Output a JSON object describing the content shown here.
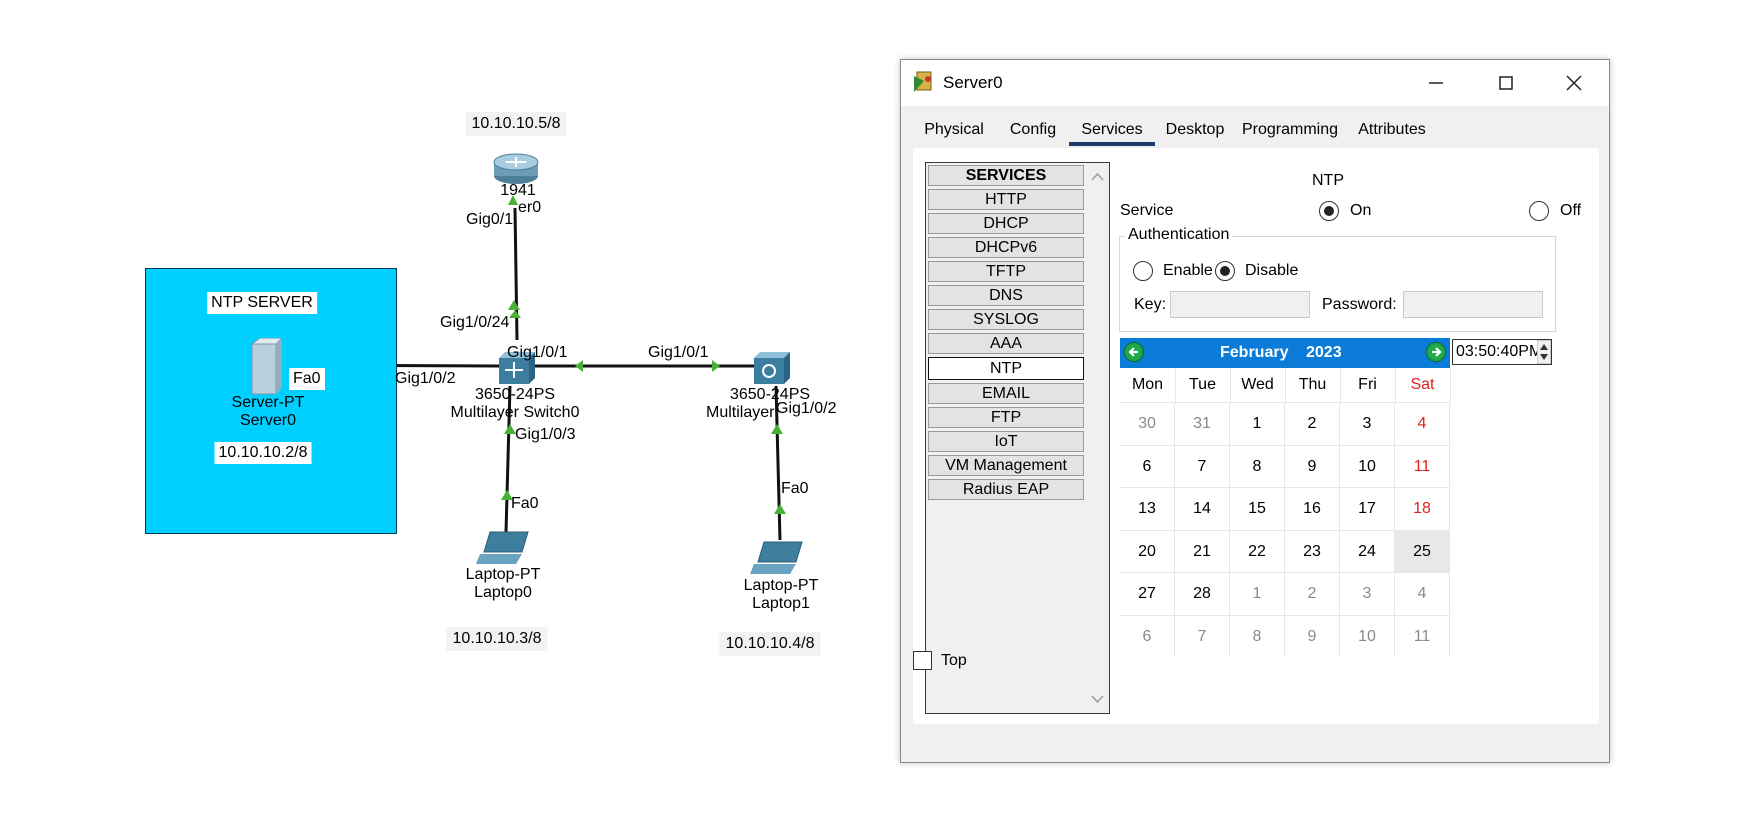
{
  "topology": {
    "ntp_area_title": "NTP SERVER",
    "router": {
      "model": "1941",
      "name_partial": "er0",
      "port_bottom": "Gig0/1",
      "ip": "10.10.10.5/8"
    },
    "server": {
      "model": "Server-PT",
      "name": "Server0",
      "port": "Fa0",
      "ip": "10.10.10.2/8"
    },
    "switch0": {
      "model": "3650-24PS",
      "name": "Multilayer Switch0",
      "port_top": "Gig1/0/24",
      "port_right": "Gig1/0/1",
      "port_left": "Gig1/0/2",
      "port_bottom": "Gig1/0/3"
    },
    "switch1": {
      "model": "3650-24PS",
      "name_partial": "Multilayer",
      "port_left": "Gig1/0/1",
      "port_bottom": "Gig1/0/2"
    },
    "laptop0": {
      "model": "Laptop-PT",
      "name": "Laptop0",
      "port": "Fa0",
      "ip": "10.10.10.3/8"
    },
    "laptop1": {
      "model": "Laptop-PT",
      "name": "Laptop1",
      "port": "Fa0",
      "ip": "10.10.10.4/8"
    }
  },
  "window": {
    "title": "Server0",
    "tabs": [
      "Physical",
      "Config",
      "Services",
      "Desktop",
      "Programming",
      "Attributes"
    ],
    "active_tab": "Services",
    "services_header": "SERVICES",
    "services": [
      "HTTP",
      "DHCP",
      "DHCPv6",
      "TFTP",
      "DNS",
      "SYSLOG",
      "AAA",
      "NTP",
      "EMAIL",
      "FTP",
      "IoT",
      "VM Management",
      "Radius EAP"
    ],
    "selected_service": "NTP",
    "ntp": {
      "heading": "NTP",
      "service_label": "Service",
      "on_label": "On",
      "off_label": "Off",
      "service_state": "On",
      "auth_legend": "Authentication",
      "enable_label": "Enable",
      "disable_label": "Disable",
      "auth_state": "Disable",
      "key_label": "Key:",
      "key_value": "",
      "password_label": "Password:",
      "password_value": "",
      "calendar": {
        "month": "February",
        "year": "2023",
        "day_headers": [
          "Mon",
          "Tue",
          "Wed",
          "Thu",
          "Fri",
          "Sat"
        ],
        "weeks": [
          [
            "30",
            "31",
            "1",
            "2",
            "3",
            "4"
          ],
          [
            "6",
            "7",
            "8",
            "9",
            "10",
            "11"
          ],
          [
            "13",
            "14",
            "15",
            "16",
            "17",
            "18"
          ],
          [
            "20",
            "21",
            "22",
            "23",
            "24",
            "25"
          ],
          [
            "27",
            "28",
            "1",
            "2",
            "3",
            "4"
          ],
          [
            "6",
            "7",
            "8",
            "9",
            "10",
            "11"
          ]
        ],
        "selected_day": "25",
        "saturday_color": "#e0201a",
        "other_month_color": "#8a8a8a"
      },
      "time": "03:50:40PM"
    },
    "top_checkbox_label": "Top",
    "top_checked": false
  },
  "colors": {
    "ntp_area": "#00d0ff",
    "calendar_header": "#0a7bd6",
    "link_arrow": "#47b035"
  }
}
